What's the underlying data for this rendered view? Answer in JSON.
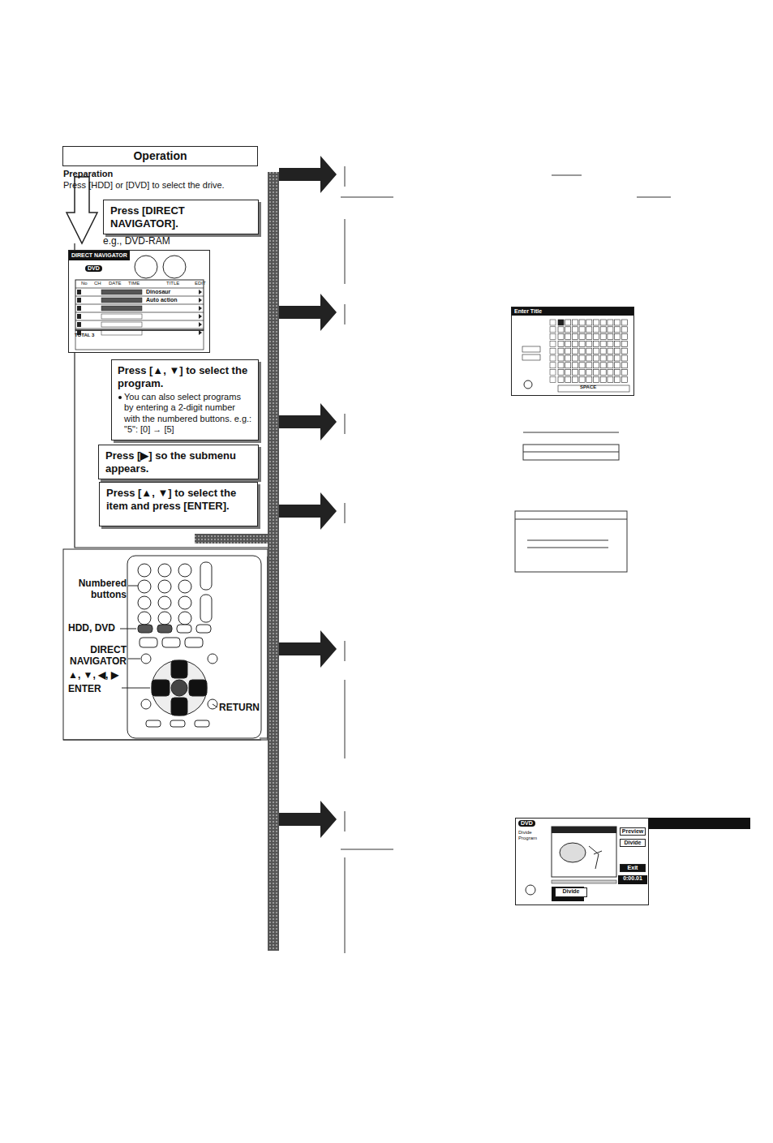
{
  "diagram": {
    "nodes": [
      {
        "text": [
          "Operation"
        ]
      },
      {
        "text": [
          "Press [DIRECT NAVIGATOR]."
        ]
      },
      {
        "text": [
          "DIRECT NAVIGATOR"
        ]
      },
      {
        "text": [
          "Press [▲, ▼] to select the program.",
          "You can also select programs by entering a 2-digit number with the numbered buttons. e.g.: \"5\": [0] → [5]"
        ]
      },
      {
        "text": [
          "Press [▶] so the submenu appears."
        ]
      },
      {
        "text": [
          "Press [▲, ▼] to select the item and press [ENTER]."
        ]
      },
      {
        "text": [
          "Enter Title"
        ]
      },
      {
        "text": [
          "Divide Program"
        ]
      },
      {
        "text": [
          "Preview"
        ],
        "in": 7
      },
      {
        "text": [
          "Divide"
        ],
        "in": 7
      },
      {
        "text": [
          "Exit"
        ],
        "in": 7
      },
      {
        "text": [
          "0:00.01"
        ],
        "in": 7
      },
      {
        "text": [
          "Divide"
        ],
        "in": 7
      }
    ],
    "labels": [
      "Preparation",
      "Press [HDD] or [DVD] to select the drive.",
      "e.g., DVD-RAM",
      "DVD",
      "No",
      "CH",
      "DATE",
      "TIME",
      "TITLE",
      "EDIT",
      "Dinosaur",
      "Auto action",
      "TOTAL 3",
      "Numbered buttons",
      "HDD, DVD",
      "DIRECT NAVIGATOR",
      "▲, ▼, ◀, ▶",
      "ENTER",
      "RETURN",
      "SPACE",
      "DVD"
    ]
  }
}
